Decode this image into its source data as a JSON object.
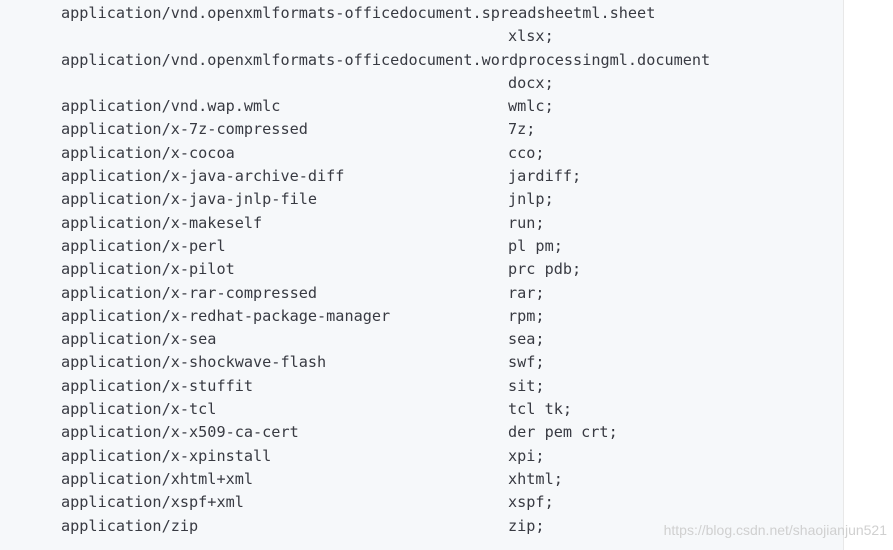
{
  "code_block": {
    "lines": [
      {
        "mime": "application/vnd.openxmlformats-officedocument.spreadsheetml.sheet",
        "ext": ""
      },
      {
        "mime": "",
        "ext": "xlsx;"
      },
      {
        "mime": "application/vnd.openxmlformats-officedocument.wordprocessingml.document",
        "ext": ""
      },
      {
        "mime": "",
        "ext": "docx;"
      },
      {
        "mime": "application/vnd.wap.wmlc",
        "ext": "wmlc;"
      },
      {
        "mime": "application/x-7z-compressed",
        "ext": "7z;"
      },
      {
        "mime": "application/x-cocoa",
        "ext": "cco;"
      },
      {
        "mime": "application/x-java-archive-diff",
        "ext": "jardiff;"
      },
      {
        "mime": "application/x-java-jnlp-file",
        "ext": "jnlp;"
      },
      {
        "mime": "application/x-makeself",
        "ext": "run;"
      },
      {
        "mime": "application/x-perl",
        "ext": "pl pm;"
      },
      {
        "mime": "application/x-pilot",
        "ext": "prc pdb;"
      },
      {
        "mime": "application/x-rar-compressed",
        "ext": "rar;"
      },
      {
        "mime": "application/x-redhat-package-manager",
        "ext": "rpm;"
      },
      {
        "mime": "application/x-sea",
        "ext": "sea;"
      },
      {
        "mime": "application/x-shockwave-flash",
        "ext": "swf;"
      },
      {
        "mime": "application/x-stuffit",
        "ext": "sit;"
      },
      {
        "mime": "application/x-tcl",
        "ext": "tcl tk;"
      },
      {
        "mime": "application/x-x509-ca-cert",
        "ext": "der pem crt;"
      },
      {
        "mime": "application/x-xpinstall",
        "ext": "xpi;"
      },
      {
        "mime": "application/xhtml+xml",
        "ext": "xhtml;"
      },
      {
        "mime": "application/xspf+xml",
        "ext": "xspf;"
      },
      {
        "mime": "application/zip",
        "ext": "zip;"
      }
    ]
  },
  "watermark": "https://blog.csdn.net/shaojianjun521",
  "colors": {
    "code_background": "#f6f8fa",
    "code_text": "#383a42",
    "watermark": "#cdcdcd"
  }
}
